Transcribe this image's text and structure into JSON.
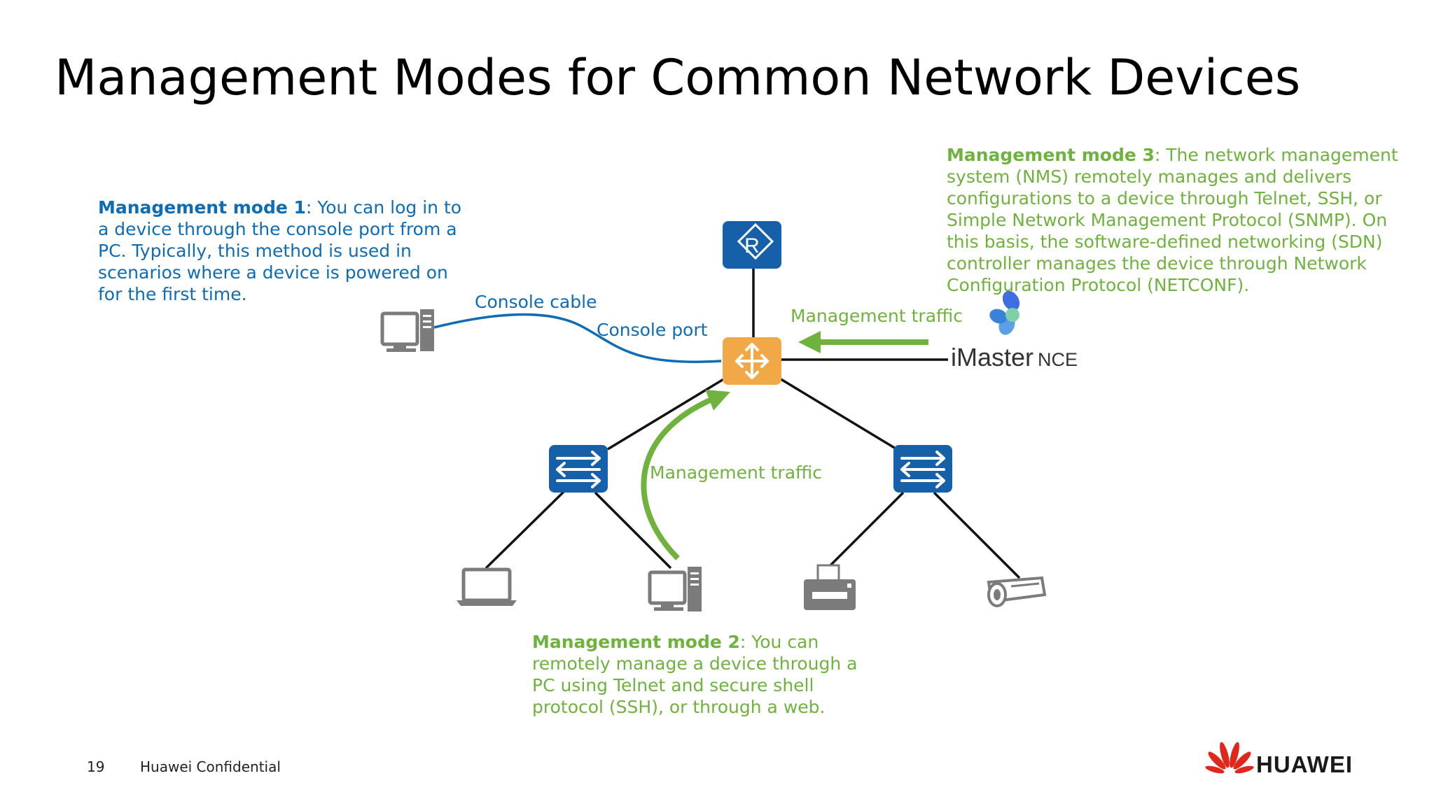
{
  "slide": {
    "title": "Management Modes for Common Network Devices"
  },
  "modes": {
    "mode1": {
      "heading": "Management mode 1",
      "body": ": You can log in to a device through the console port from a PC. Typically, this method is used in scenarios where a device is powered on for the first time."
    },
    "mode2": {
      "heading": "Management mode 2",
      "body": ": You can remotely manage a device through a PC using Telnet and secure shell protocol (SSH), or through a web."
    },
    "mode3": {
      "heading": "Management mode 3",
      "body": ": The network management system (NMS) remotely manages and delivers configurations to a device through Telnet, SSH, or Simple Network Management Protocol (SNMP). On this basis, the software-defined networking (SDN) controller manages the device through Network Configuration Protocol (NETCONF)."
    }
  },
  "labels": {
    "console_cable": "Console cable",
    "console_port": "Console port",
    "traffic_top": "Management traffic",
    "traffic_mid": "Management traffic"
  },
  "router": {
    "letter": "R"
  },
  "nce_logo": {
    "main": "iMaster",
    "suffix": "NCE"
  },
  "footer": {
    "page_number": "19",
    "confidential": "Huawei Confidential",
    "brand": "HUAWEI"
  },
  "colors": {
    "blue_text": "#0d6cb5",
    "green_text": "#6fb23d",
    "device_blue": "#1560a8",
    "core_orange": "#f0a946",
    "icon_gray": "#7b7b7b",
    "huawei_red": "#e1261c"
  }
}
